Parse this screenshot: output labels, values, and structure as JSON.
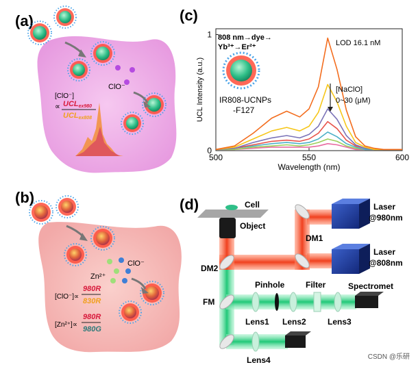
{
  "panels": {
    "a": {
      "label": "(a)",
      "clo_ion": "ClO⁻",
      "formula_lhs": "[ClO⁻]",
      "formula_prop": "∝",
      "formula_num_main": "UCL",
      "formula_num_sub": "ex980",
      "formula_den_main": "UCL",
      "formula_den_sub": "ex808"
    },
    "b": {
      "label": "(b)",
      "clo_ion": "ClO⁻",
      "zn_ion": "Zn²⁺",
      "formula1_lhs": "[ClO⁻]∝",
      "formula1_num": "980R",
      "formula1_den": "830R",
      "formula2_lhs": "[Zn²⁺]∝",
      "formula2_num": "980R",
      "formula2_den": "980G"
    },
    "c": {
      "label": "(c)",
      "pathway_line1": "808 nm→dye→",
      "pathway_line2": "Yb³⁺→Er²⁺",
      "lod": "LOD  16.1 nM",
      "particle_name_line1": "IR808-UCNPs",
      "particle_name_line2": "-F127",
      "conc_line1": "[NaClO]",
      "conc_line2": "0~30 (μM)"
    },
    "d": {
      "label": "(d)",
      "cell": "Cell",
      "object": "Object",
      "laser1_line1": "Laser",
      "laser1_line2": "@980nm",
      "laser2_line1": "Laser",
      "laser2_line2": "@808nm",
      "dm1": "DM1",
      "dm2": "DM2",
      "fm": "FM",
      "pinhole": "Pinhole",
      "filter": "Filter",
      "spectrometer": "Spectromet",
      "lens1": "Lens1",
      "lens2": "Lens2",
      "lens3": "Lens3",
      "lens4": "Lens4"
    }
  },
  "watermark": "CSDN @乐研",
  "colors": {
    "laser_beam": "#f0401e",
    "fluorescence_beam": "#20c878",
    "formula_red": "#d81b3c",
    "formula_orange": "#f0a01e",
    "formula_teal": "#2f7a7a",
    "cell_a": "#f3b3e8",
    "cell_b": "#f7c0c0"
  },
  "chart_data": {
    "type": "line",
    "title": "",
    "xlabel": "Wavelength (nm)",
    "ylabel": "UCL Intensity (a.u.)",
    "xlim": [
      500,
      600
    ],
    "ylim": [
      0,
      1.05
    ],
    "x_ticks": [
      500,
      550,
      600
    ],
    "y_ticks": [
      0,
      1
    ],
    "series": [
      {
        "color": "#f36d1e",
        "x": [
          500,
          510,
          520,
          530,
          538,
          545,
          550,
          555,
          560,
          565,
          570,
          575,
          580,
          585,
          590,
          595,
          600
        ],
        "y": [
          0.01,
          0.04,
          0.15,
          0.28,
          0.34,
          0.29,
          0.36,
          0.55,
          0.97,
          0.7,
          0.35,
          0.12,
          0.04,
          0.02,
          0.01,
          0.01,
          0.01
        ]
      },
      {
        "color": "#f6c619",
        "x": [
          500,
          510,
          520,
          530,
          538,
          545,
          550,
          555,
          560,
          565,
          570,
          575,
          580,
          585,
          590,
          595,
          600
        ],
        "y": [
          0.01,
          0.03,
          0.1,
          0.17,
          0.2,
          0.17,
          0.21,
          0.33,
          0.57,
          0.42,
          0.21,
          0.07,
          0.03,
          0.01,
          0.01,
          0.01,
          0.01
        ]
      },
      {
        "color": "#7b73b8",
        "x": [
          500,
          510,
          520,
          530,
          538,
          545,
          550,
          555,
          560,
          565,
          570,
          575,
          580,
          585,
          590,
          595,
          600
        ],
        "y": [
          0.01,
          0.02,
          0.07,
          0.11,
          0.13,
          0.11,
          0.14,
          0.21,
          0.36,
          0.27,
          0.13,
          0.05,
          0.02,
          0.01,
          0.01,
          0.01,
          0.01
        ]
      },
      {
        "color": "#e8534a",
        "x": [
          500,
          510,
          520,
          530,
          538,
          545,
          550,
          555,
          560,
          565,
          570,
          575,
          580,
          585,
          590,
          595,
          600
        ],
        "y": [
          0.01,
          0.02,
          0.05,
          0.08,
          0.09,
          0.08,
          0.1,
          0.15,
          0.25,
          0.19,
          0.09,
          0.04,
          0.02,
          0.01,
          0.01,
          0.01,
          0.01
        ]
      },
      {
        "color": "#4db0c8",
        "x": [
          500,
          510,
          520,
          530,
          538,
          545,
          550,
          555,
          560,
          565,
          570,
          575,
          580,
          585,
          590,
          595,
          600
        ],
        "y": [
          0.01,
          0.02,
          0.04,
          0.06,
          0.07,
          0.06,
          0.07,
          0.1,
          0.16,
          0.12,
          0.06,
          0.03,
          0.01,
          0.01,
          0.01,
          0.01,
          0.01
        ]
      },
      {
        "color": "#9ccf5a",
        "x": [
          500,
          510,
          520,
          530,
          538,
          545,
          550,
          555,
          560,
          565,
          570,
          575,
          580,
          585,
          590,
          595,
          600
        ],
        "y": [
          0.01,
          0.01,
          0.03,
          0.04,
          0.05,
          0.04,
          0.05,
          0.07,
          0.1,
          0.08,
          0.04,
          0.02,
          0.01,
          0.01,
          0.01,
          0.01,
          0.01
        ]
      },
      {
        "color": "#e86aa0",
        "x": [
          500,
          510,
          520,
          530,
          538,
          545,
          550,
          555,
          560,
          565,
          570,
          575,
          580,
          585,
          590,
          595,
          600
        ],
        "y": [
          0.01,
          0.01,
          0.02,
          0.03,
          0.03,
          0.03,
          0.03,
          0.04,
          0.06,
          0.05,
          0.03,
          0.01,
          0.01,
          0.01,
          0.01,
          0.01,
          0.01
        ]
      }
    ]
  }
}
